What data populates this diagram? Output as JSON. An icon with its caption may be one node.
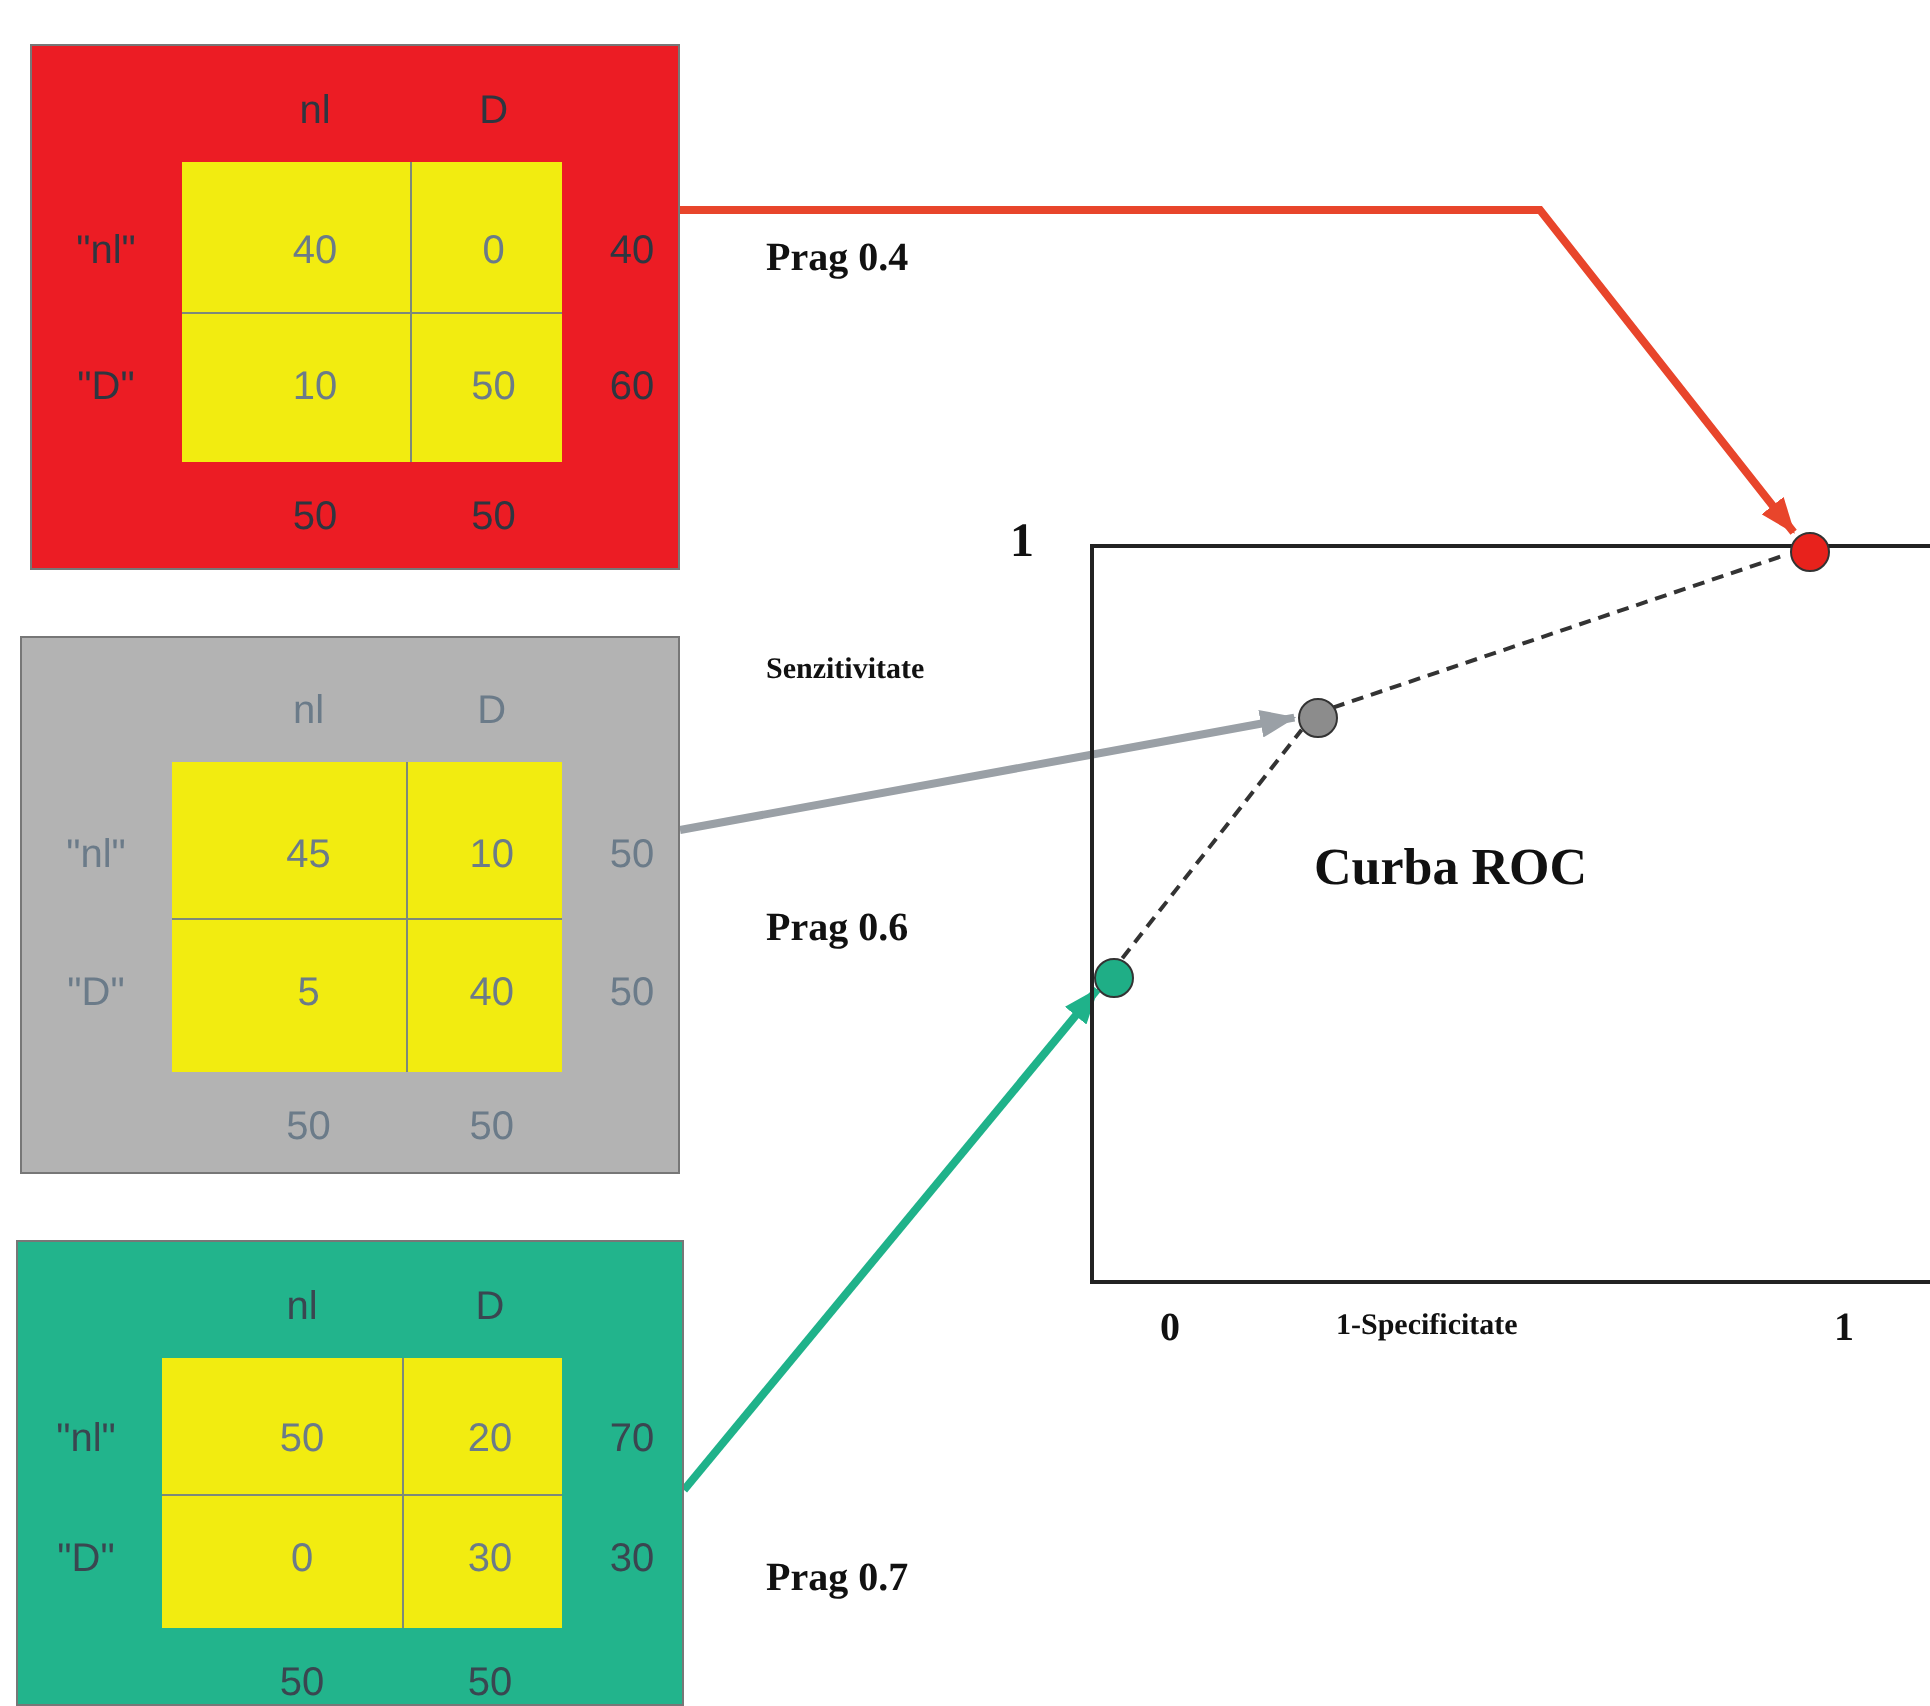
{
  "diagram": {
    "nodes": [
      {
        "text": [
          "nl",
          "D",
          "\"nl\"",
          "40",
          "0",
          "40",
          "\"D\"",
          "10",
          "50",
          "60",
          "50",
          "50"
        ]
      },
      {
        "text": [
          "nl",
          "D",
          "\"nl\"",
          "45",
          "10",
          "50",
          "\"D\"",
          "5",
          "40",
          "50",
          "50",
          "50"
        ]
      },
      {
        "text": [
          "nl",
          "D",
          "\"nl\"",
          "50",
          "20",
          "70",
          "\"D\"",
          "0",
          "30",
          "30",
          "50",
          "50"
        ]
      },
      {
        "text": [
          "Curba ROC"
        ]
      },
      {
        "text": [],
        "shape": "circle",
        "in": 3
      },
      {
        "text": [],
        "shape": "circle",
        "in": 3
      },
      {
        "text": [],
        "shape": "circle",
        "in": 3
      }
    ],
    "edges": [
      {
        "from": 0,
        "to": 6,
        "arrow": "to",
        "label": "Prag 0.4",
        "color": "#e8452b"
      },
      {
        "from": 1,
        "to": 5,
        "arrow": "to",
        "label": "Prag 0.6",
        "color": "#9aa0a6"
      },
      {
        "from": 2,
        "to": 4,
        "arrow": "to",
        "label": "Prag 0.7",
        "color": "#1fb28a"
      },
      {
        "from": 4,
        "to": 5,
        "arrow": "none",
        "style": "dashed"
      },
      {
        "from": 5,
        "to": 6,
        "arrow": "none",
        "style": "dashed"
      }
    ],
    "labels": [
      "1",
      "Senzitivitate",
      "0",
      "1-Specificitate",
      "1"
    ]
  }
}
